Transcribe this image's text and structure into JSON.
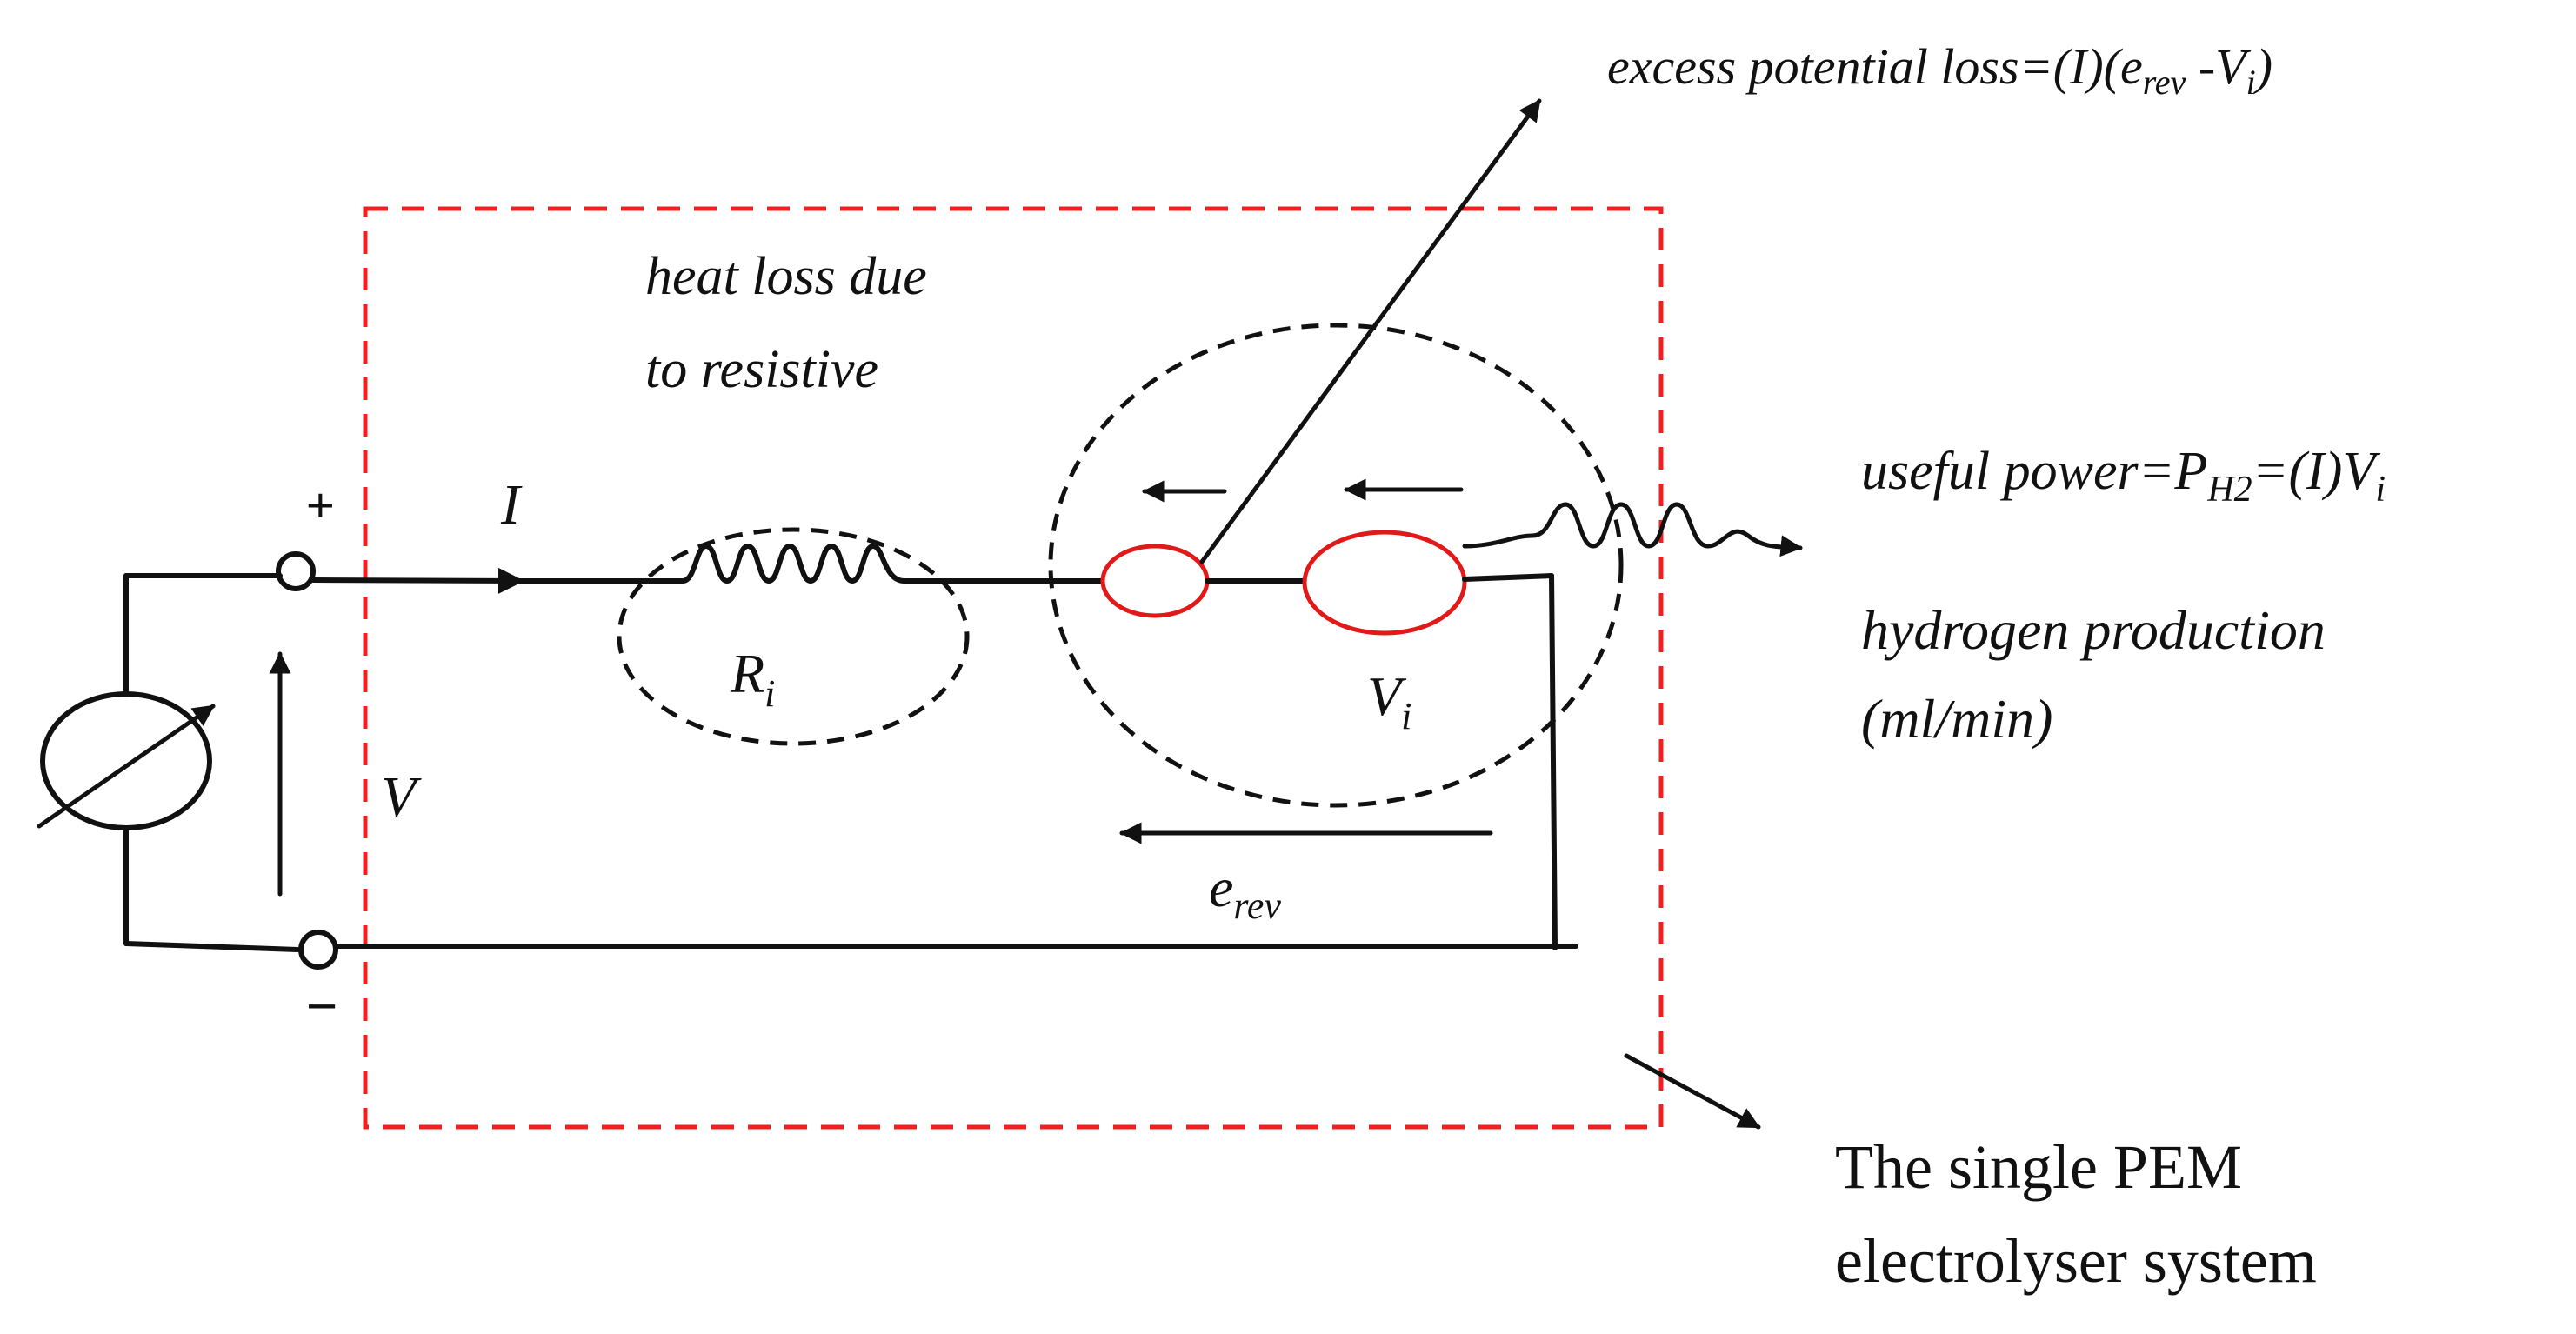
{
  "labels": {
    "plus": "+",
    "minus": "−",
    "current": "I",
    "voltage": "V",
    "resistor_main": "R",
    "resistor_sub": "i",
    "cell_voltage_main": "V",
    "cell_voltage_sub": "i",
    "erev_main": "e",
    "erev_sub": "rev",
    "heat_loss_line1": "heat loss due",
    "heat_loss_line2": "to resistive",
    "excess_prefix": "excess potential loss=(I)(e",
    "excess_sub1": "rev",
    "excess_mid": " -V",
    "excess_sub2": "i",
    "excess_suffix": ")",
    "useful_prefix": "useful  power=P",
    "useful_sub1": "H2",
    "useful_mid": "=(I)V",
    "useful_sub2": "i",
    "hydrogen_line1": "hydrogen production",
    "hydrogen_line2": "(ml/min)",
    "system_line1": "The single PEM",
    "system_line2": "electrolyser system"
  },
  "colors": {
    "boundary": "#ef2020",
    "cell_elements": "#e11919",
    "wire": "#111111"
  }
}
